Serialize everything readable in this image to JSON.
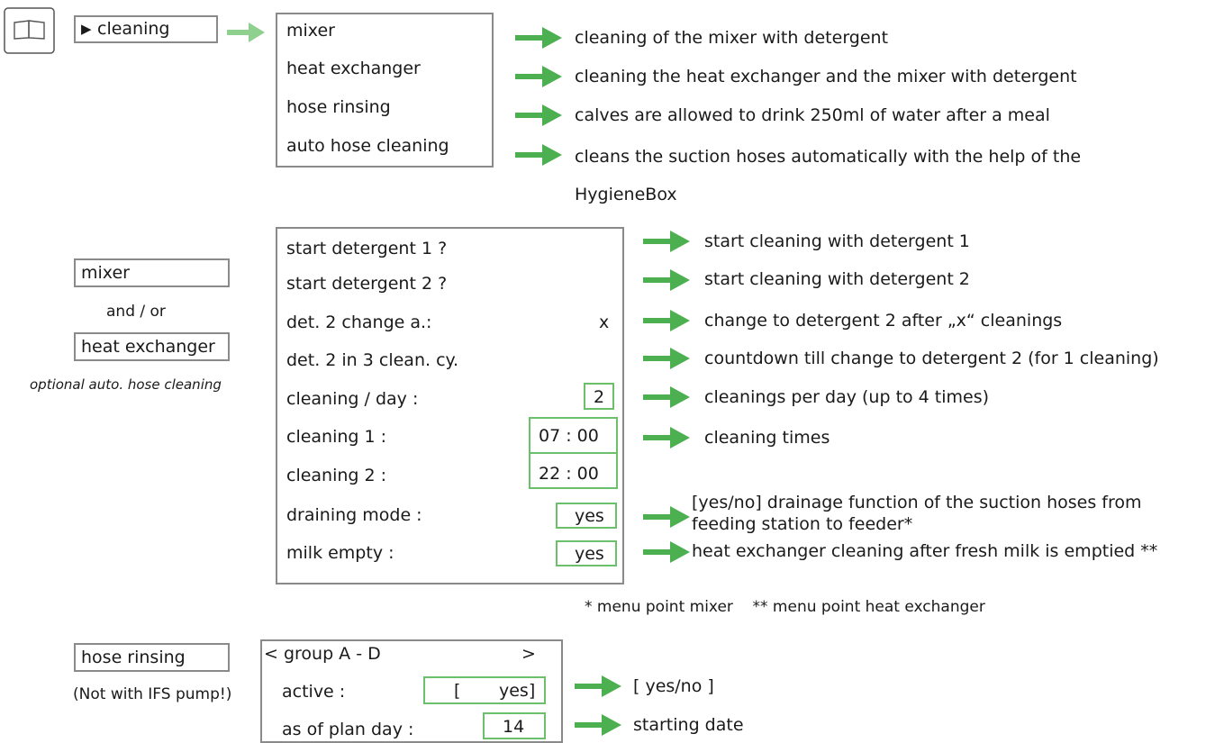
{
  "top": {
    "cleaning_label": "cleaning",
    "menu_items": [
      "mixer",
      "heat exchanger",
      "hose rinsing",
      "auto hose cleaning"
    ],
    "descriptions": [
      "cleaning of the mixer with detergent",
      "cleaning the heat exchanger and the mixer with detergent",
      "calves are allowed to drink 250ml of water after a meal",
      "cleans the suction hoses automatically with the help of the",
      "HygieneBox"
    ]
  },
  "middle": {
    "side_mixer": "mixer",
    "side_andor": "and / or",
    "side_heat": "heat exchanger",
    "side_note": "optional auto. hose cleaning",
    "rows": {
      "start_det1": "start detergent 1 ?",
      "start_det2": "start detergent 2 ?",
      "det2_change": "det. 2 change a.:",
      "det2_change_val": "x",
      "det2_in": "det. 2 in 3 clean. cy.",
      "cleaning_day": "cleaning / day :",
      "cleaning_day_val": "2",
      "cleaning1": "cleaning 1 :",
      "cleaning1_val": "07 : 00",
      "cleaning2": "cleaning 2 :",
      "cleaning2_val": "22 : 00",
      "draining": "draining mode :",
      "draining_val": "yes",
      "milk_empty": "milk empty :",
      "milk_empty_val": "yes"
    },
    "descriptions": {
      "d1": "start cleaning with detergent 1",
      "d2": "start cleaning with detergent 2",
      "d3": "change to detergent 2 after „x“ cleanings",
      "d4": "countdown till change to detergent 2 (for 1 cleaning)",
      "d5": "cleanings per day (up to 4 times)",
      "d6": "cleaning times",
      "d7a": "[yes/no]  drainage function of the suction hoses from",
      "d7b": "feeding station to feeder*",
      "d8": "heat exchanger cleaning after fresh milk is emptied **"
    },
    "footnote": "* menu point mixer    ** menu point heat exchanger"
  },
  "bottom": {
    "side_label": "hose rinsing",
    "side_note": "(Not with IFS pump!)",
    "group_label": "< group A - D",
    "group_next": ">",
    "active_label": "active :",
    "active_bracket": "[",
    "active_val": "yes]",
    "plan_label": "as of plan day :",
    "plan_val": "14",
    "desc_active": "[ yes/no ]",
    "desc_plan": "starting date"
  },
  "colors": {
    "accent": "#6cc06c",
    "arrow": "#4caf50",
    "border": "#8a8a8a"
  }
}
